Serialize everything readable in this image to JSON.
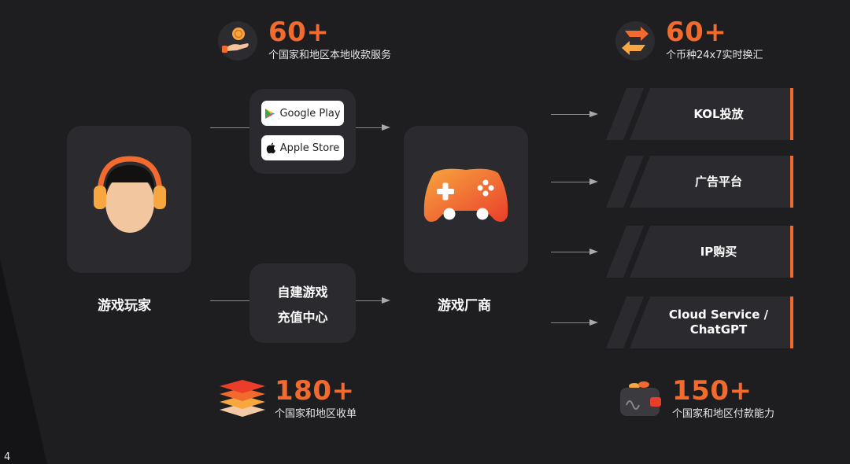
{
  "page_number": "4",
  "stats": {
    "top_left": {
      "value": "60+",
      "desc": "个国家和地区本地收款服务",
      "icon": "hand-coin-icon"
    },
    "top_right": {
      "value": "60+",
      "desc": "个币种24x7实时换汇",
      "icon": "exchange-arrows-icon"
    },
    "bottom_left": {
      "value": "180+",
      "desc": "个国家和地区收单",
      "icon": "layers-stack-icon"
    },
    "bottom_right": {
      "value": "150+",
      "desc": "个国家和地区付款能力",
      "icon": "wallet-icon"
    }
  },
  "player": {
    "label": "游戏玩家",
    "icon": "gamer-headphones-icon"
  },
  "stores": {
    "google_play": "Google Play",
    "apple_store": "Apple Store"
  },
  "self_built": {
    "line1": "自建游戏",
    "line2": "充值中心"
  },
  "developer": {
    "label": "游戏厂商",
    "icon": "gamepad-icon"
  },
  "channels": [
    {
      "label": "KOL投放"
    },
    {
      "label": "广告平台"
    },
    {
      "label": "IP购买"
    },
    {
      "label": "Cloud Service /",
      "label2": "ChatGPT"
    }
  ],
  "colors": {
    "accent": "#f26a2e",
    "card": "#2b2b2f",
    "background": "#1e1e21"
  }
}
